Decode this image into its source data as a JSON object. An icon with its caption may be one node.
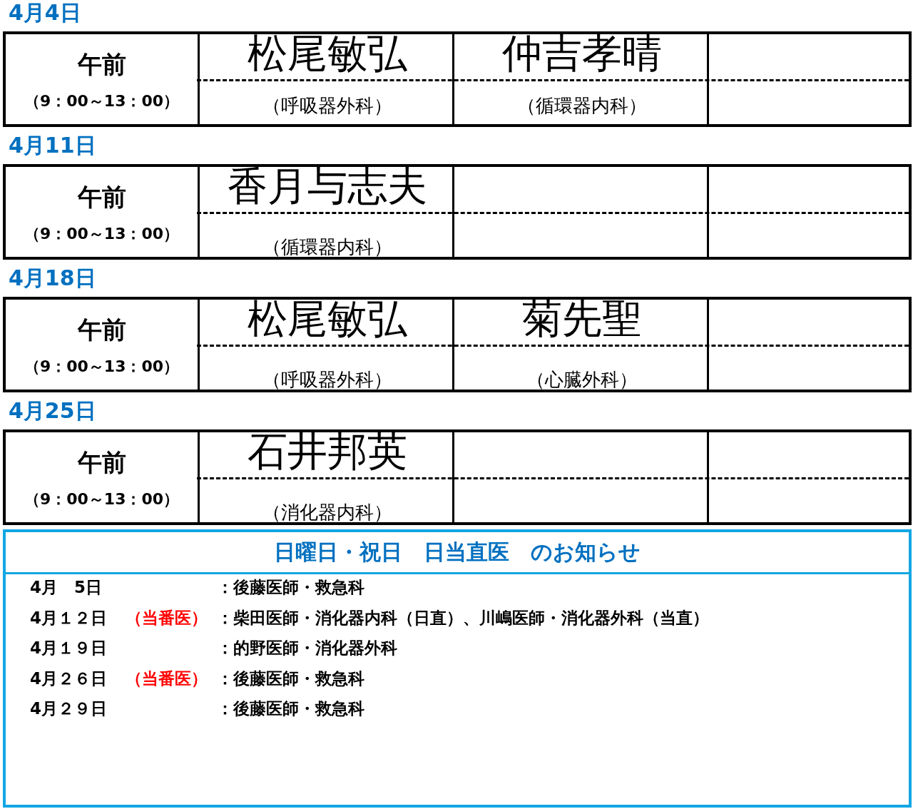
{
  "diagram": {
    "labels": [
      "4月4日",
      "午前",
      "（9：00～13：00）",
      "松尾敏弘",
      "仲吉孝晴",
      "（呼吸器外科）",
      "（循環器内科）",
      "4月11日",
      "午前",
      "（9：00～13：00）",
      "香月与志夫",
      "（循環器内科）",
      "4月18日",
      "午前",
      "（9：00～13：00）",
      "松尾敏弘",
      "菊先聖",
      "（呼吸器外科）",
      "（心臓外科）",
      "4月25日",
      "午前",
      "（9：00～13：00）",
      "石井邦英",
      "（消化器内科）",
      "日曜日・祝日　日当直医　のお知らせ",
      "4月　5日",
      "：後藤医師・救急科",
      "4月１２日",
      "（当番医）",
      "：柴田医師・消化器内科（日直）、川嶋医師・消化器外科（当直）",
      "4月１９日",
      "：的野医師・消化器外科",
      "4月２６日",
      "（当番医）",
      "：後藤医師・救急科",
      "4月２９日",
      "：後藤医師・救急科"
    ]
  }
}
